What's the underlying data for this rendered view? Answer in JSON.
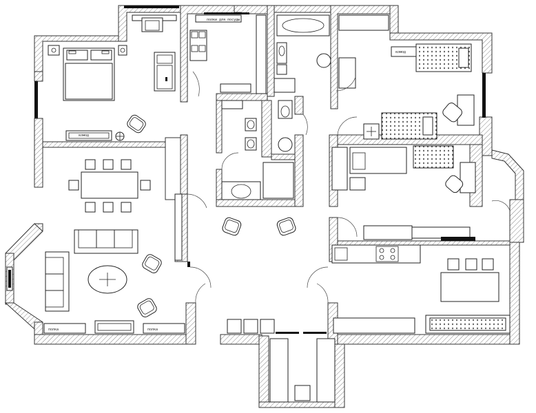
{
  "plan": {
    "labels": {
      "dresser_bedroom": "комод",
      "dresser_kids": "комод",
      "fridge": "полки для посуды",
      "living_shelf_1": "полка",
      "living_shelf_2": "полка"
    }
  }
}
